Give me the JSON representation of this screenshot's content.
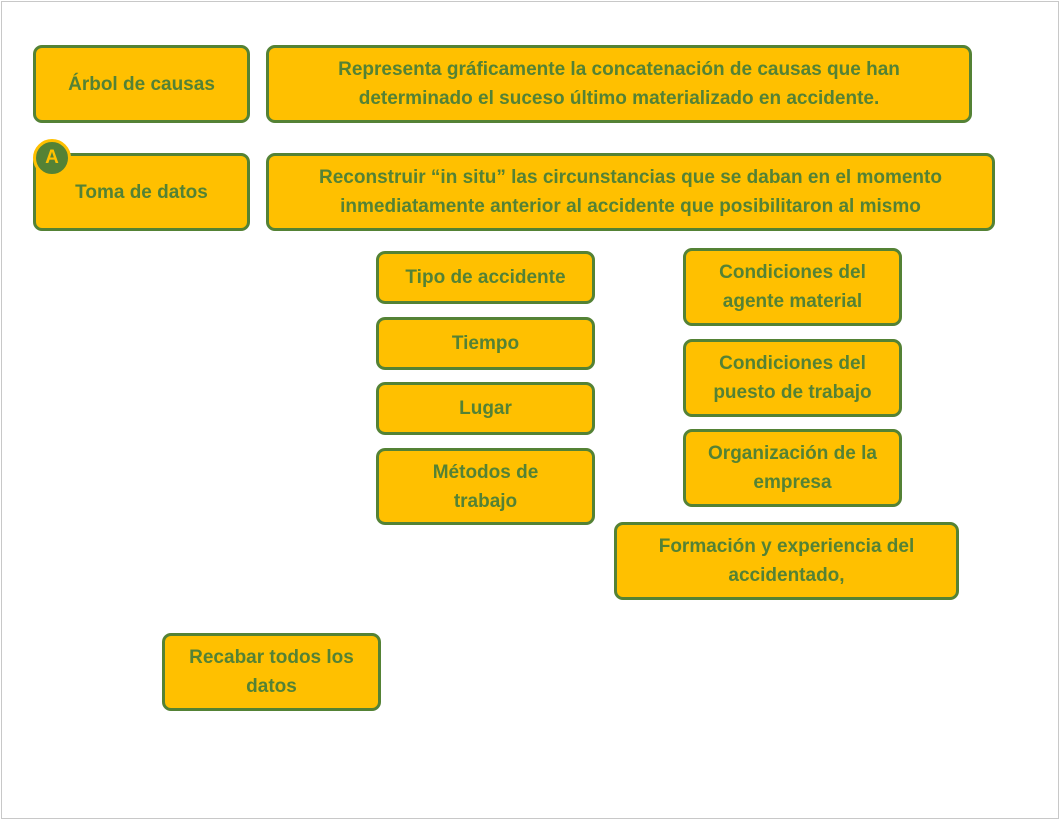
{
  "rows": [
    {
      "term": "Árbol de causas",
      "definition": "Representa gráficamente la concatenación de causas que han determinado el suceso último materializado en accidente."
    },
    {
      "term": "Toma de datos",
      "definition": "Reconstruir “in situ” las circunstancias que se daban en el momento inmediatamente anterior al accidente que posibilitaron al mismo"
    }
  ],
  "badge": "A",
  "left_items": [
    "Tipo de accidente",
    "Tiempo",
    "Lugar",
    "Métodos de trabajo"
  ],
  "right_items": [
    "Condiciones del agente material",
    "Condiciones del puesto de trabajo",
    "Organización de la empresa",
    "Formación y experiencia del accidentado,"
  ],
  "bottom_item": "Recabar todos los datos",
  "colors": {
    "fill": "#FFC000",
    "border": "#548235",
    "text": "#548235"
  }
}
